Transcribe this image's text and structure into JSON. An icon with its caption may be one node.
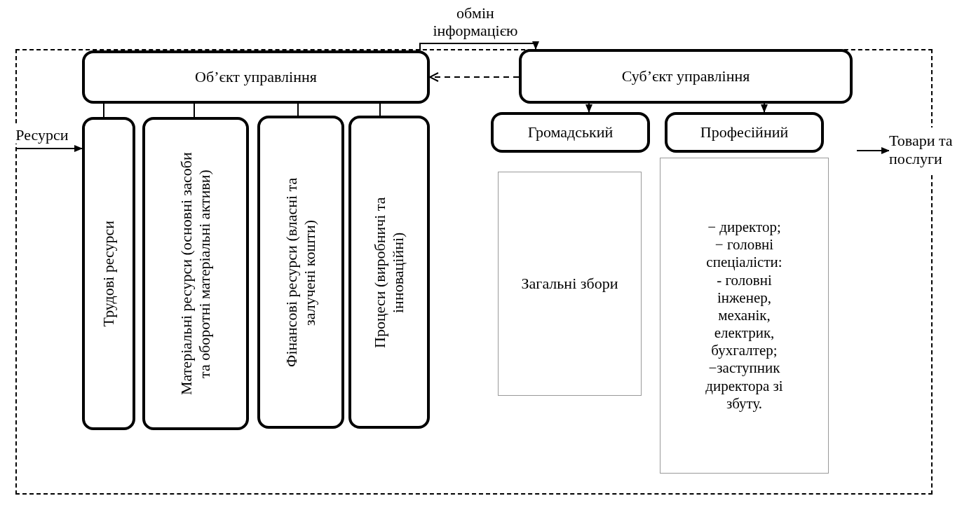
{
  "diagram": {
    "nodes": [
      {
        "text": [],
        "shape": "box"
      },
      {
        "text": [
          "Об’єкт управління"
        ],
        "in": 0
      },
      {
        "text": [
          "Трудові ресурси"
        ],
        "in": 0
      },
      {
        "text": [
          "Матеріальні ресурси (основні засоби та оборотні матеріальні активи)"
        ],
        "in": 0
      },
      {
        "text": [
          "Фінансові ресурси (власні та залучені кошти)"
        ],
        "in": 0
      },
      {
        "text": [
          "Процеси (виробничі та інноваційні)"
        ],
        "in": 0
      },
      {
        "text": [
          "Суб’єкт управління"
        ],
        "in": 0
      },
      {
        "text": [
          "Громадський"
        ],
        "in": 0
      },
      {
        "text": [
          "Професійний"
        ],
        "in": 0
      },
      {
        "text": [
          "Загальні збори"
        ],
        "in": 0
      },
      {
        "text": [
          "− директор;",
          "− головні спеціалісти:",
          "- головні інженер, механік, електрик, бухгалтер;",
          "−заступник директора зі збуту."
        ],
        "in": 0
      },
      {
        "text": [
          "Товари та послуги"
        ]
      }
    ],
    "edges": [
      {
        "from": 1,
        "to": 2,
        "arrow": "none"
      },
      {
        "from": 1,
        "to": 3,
        "arrow": "none"
      },
      {
        "from": 1,
        "to": 4,
        "arrow": "none"
      },
      {
        "from": 1,
        "to": 5,
        "arrow": "none"
      },
      {
        "from": 6,
        "to": 7,
        "arrow": "to"
      },
      {
        "from": 6,
        "to": 8,
        "arrow": "to"
      },
      {
        "from": 6,
        "to": 1,
        "arrow": "to",
        "style": "dashed"
      },
      {
        "from": 1,
        "to": 6,
        "arrow": "to",
        "label": "обмін інформацією"
      },
      {
        "from": null,
        "to": 2,
        "arrow": "to",
        "label": "Ресурси"
      },
      {
        "from": null,
        "to": 11,
        "arrow": "to"
      }
    ]
  }
}
